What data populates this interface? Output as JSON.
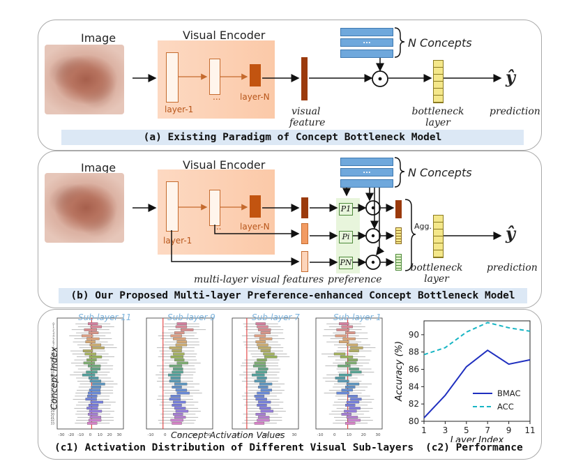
{
  "panel_a": {
    "image_label": "Image",
    "encoder_label": "Visual Encoder",
    "layer1": "layer-1",
    "layerN": "layer-N",
    "dots": "...",
    "visual_feature": [
      "visual",
      "feature"
    ],
    "n_concepts": "N Concepts",
    "bottleneck": [
      "bottleneck",
      "layer"
    ],
    "prediction": "prediction",
    "yhat": "ŷ",
    "odot": "⊙",
    "caption": "(a) Existing Paradigm of Concept Bottleneck Model"
  },
  "panel_b": {
    "image_label": "Image",
    "encoder_label": "Visual Encoder",
    "layer1": "layer-1",
    "layerN": "layer-N",
    "dots": "...",
    "n_concepts": "N Concepts",
    "p_labels": [
      "P1",
      "Pi",
      "PN"
    ],
    "agg": "Agg.",
    "multi_layer": "multi-layer visual features",
    "preference": "preference",
    "bottleneck": [
      "bottleneck",
      "layer"
    ],
    "prediction": "prediction",
    "yhat": "ŷ",
    "odot": "⊙",
    "caption": "(b) Our Proposed Multi-layer Preference-enhanced Concept Bottleneck Model"
  },
  "panel_c": {
    "y_axis": "Concept Index",
    "x_axis": "Concept Activation Values",
    "sub_layers": [
      "Sub-layer 11",
      "Sub-layer 9",
      "Sub-layer 7",
      "Sub-layer 1"
    ],
    "c1_caption": "(c1) Activation Distribution of Different Visual Sub-layers",
    "c2_caption": "(c2) Performance"
  },
  "chart_data": [
    {
      "type": "line",
      "xlabel": "Layer Index",
      "ylabel": "Accuracy (%)",
      "x": [
        1,
        3,
        5,
        7,
        9,
        11
      ],
      "xticks": [
        "1",
        "3",
        "5",
        "7",
        "9",
        "11"
      ],
      "yticks": [
        "80",
        "82",
        "84",
        "86",
        "88",
        "90"
      ],
      "ylim": [
        80,
        91.6
      ],
      "legend_position": "bottom-right",
      "series": [
        {
          "name": "BMAC",
          "color": "#1f2fbf",
          "style": "solid",
          "values": [
            80.4,
            83.0,
            86.3,
            88.2,
            86.6,
            87.1
          ]
        },
        {
          "name": "ACC",
          "color": "#17b5c4",
          "style": "dashed",
          "values": [
            87.7,
            88.5,
            90.3,
            91.4,
            90.8,
            90.4
          ]
        }
      ]
    }
  ],
  "colors": {
    "feature_dark": "#9b3a0c",
    "layerN": "#c25410",
    "box_orange": "#c56a2d",
    "concept_blue": "#6fa8dc",
    "bottleneck_yellow": "#f4e78a",
    "preference_green": "#e8f5dc",
    "caption_bg": "#dce8f5"
  }
}
